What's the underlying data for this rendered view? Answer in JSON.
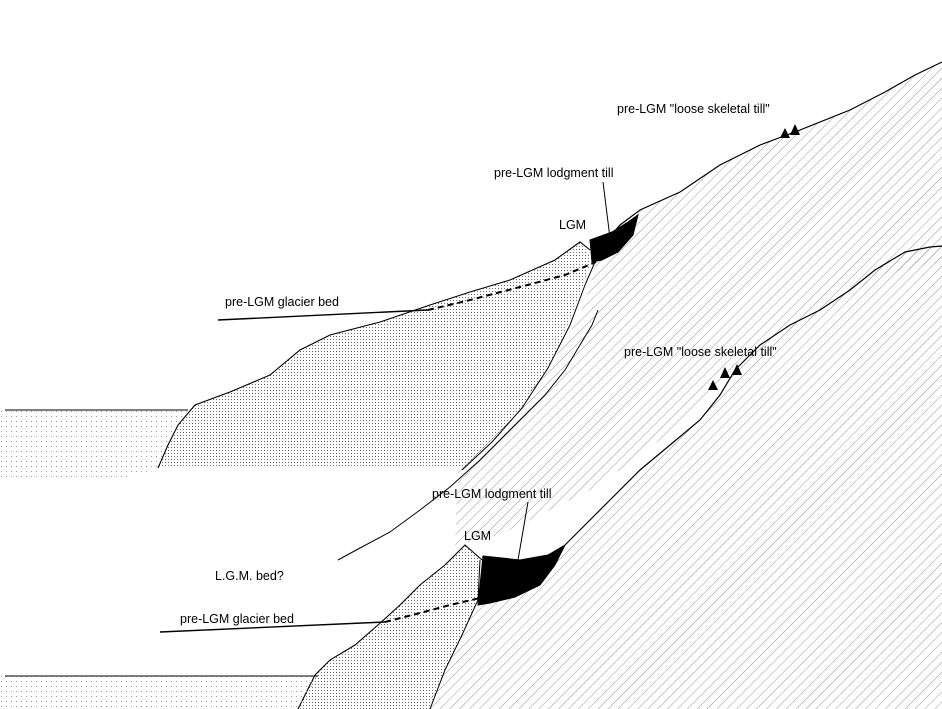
{
  "figure": {
    "panels": [
      {
        "id": "upper",
        "labels": {
          "loose_till": "pre-LGM \"loose skeletal till\"",
          "lodgment_till": "pre-LGM lodgment till",
          "lgm": "LGM",
          "glacier_bed": "pre-LGM glacier bed"
        }
      },
      {
        "id": "lower",
        "labels": {
          "loose_till": "pre-LGM \"loose skeletal till\"",
          "lodgment_till": "pre-LGM lodgment till",
          "lgm": "LGM",
          "glacier_bed": "pre-LGM glacier bed",
          "lgm_bed": "L.G.M. bed?"
        }
      }
    ],
    "colors": {
      "ink": "#000000",
      "background": "#ffffff",
      "stipple_dense": "#6a6a6a",
      "stipple_sparse": "#9a9a9a",
      "hatch": "#8a8a8a"
    }
  }
}
